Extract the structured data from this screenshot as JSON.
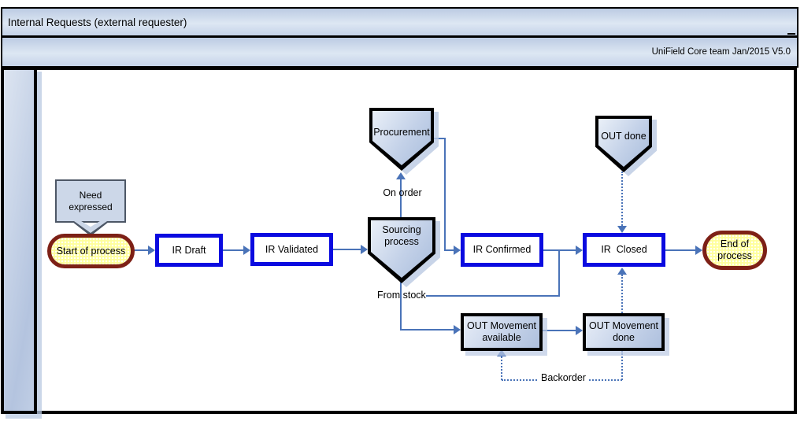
{
  "header": {
    "title": "Internal Requests (external requester)",
    "version": "UniField Core team Jan/2015 V5.0"
  },
  "nodes": {
    "need_expressed": {
      "label": "Need\nexpressed",
      "type": "callout-down-arrow"
    },
    "start_of_process": {
      "label": "Start of process",
      "type": "terminator"
    },
    "ir_draft": {
      "label": "IR Draft",
      "type": "state"
    },
    "ir_validated": {
      "label": "IR Validated",
      "type": "state"
    },
    "sourcing_process": {
      "label": "Sourcing\nprocess",
      "type": "pentagon"
    },
    "procurement": {
      "label": "Procurement",
      "type": "pentagon"
    },
    "out_done": {
      "label": "OUT done",
      "type": "pentagon"
    },
    "ir_confirmed": {
      "label": "IR Confirmed",
      "type": "state"
    },
    "ir_closed": {
      "label": "IR  Closed",
      "type": "state"
    },
    "end_of_process": {
      "label": "End of\nprocess",
      "type": "terminator"
    },
    "out_movement_available": {
      "label": "OUT Movement\navailable",
      "type": "process"
    },
    "out_movement_done": {
      "label": "OUT Movement\ndone",
      "type": "process"
    }
  },
  "edge_labels": {
    "on_order": "On order",
    "from_stock": "From stock",
    "backorder": "Backorder"
  },
  "colors": {
    "state_border_blue": "#0a0ae0",
    "terminator_border_maroon": "#7d2016",
    "terminator_fill_yellow": "#ffff9c",
    "arrow_blue": "#4a73b8",
    "pentagon_fill": "#c3d1e8",
    "header_fill": "#dde7f3",
    "lane_fill": "#b4c4df",
    "shadow_blue": "#bac9e2"
  }
}
